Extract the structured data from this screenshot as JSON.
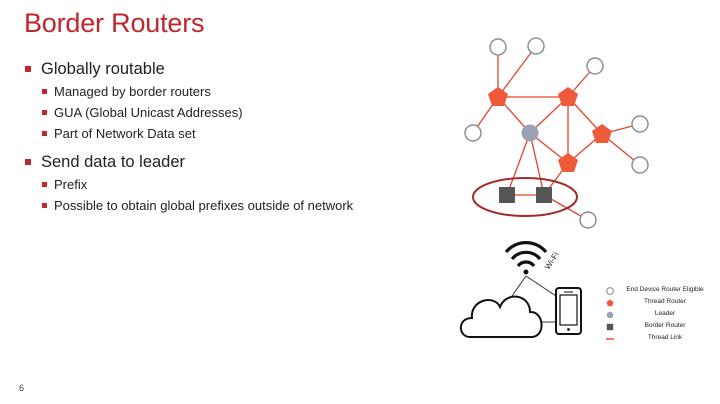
{
  "slide": {
    "title": "Border Routers",
    "page_number": "6"
  },
  "bullets": [
    {
      "text": "Globally routable",
      "sub": [
        "Managed by border routers",
        "GUA (Global Unicast Addresses)",
        "Part of Network Data set"
      ]
    },
    {
      "text": "Send data to leader",
      "sub": [
        "Prefix",
        "Possible to obtain global prefixes outside of network"
      ]
    }
  ],
  "diagram": {
    "wifi_label": "Wi-Fi",
    "colors": {
      "accent": "#c1262e",
      "thread_router": "#ef5a3c",
      "thread_link": "#e0452b",
      "leader": "#9aa3b5",
      "border_router": "#555555",
      "end_device_stroke": "#8a8f99"
    }
  },
  "legend": {
    "items": [
      {
        "label": "End Device Router Eligible",
        "icon": "open-circle-icon"
      },
      {
        "label": "Thread Router",
        "icon": "orange-pentagon-icon"
      },
      {
        "label": "Leader",
        "icon": "gray-circle-icon"
      },
      {
        "label": "Border Router",
        "icon": "dark-square-icon"
      },
      {
        "label": "Thread Link",
        "icon": "red-line-icon"
      }
    ]
  }
}
